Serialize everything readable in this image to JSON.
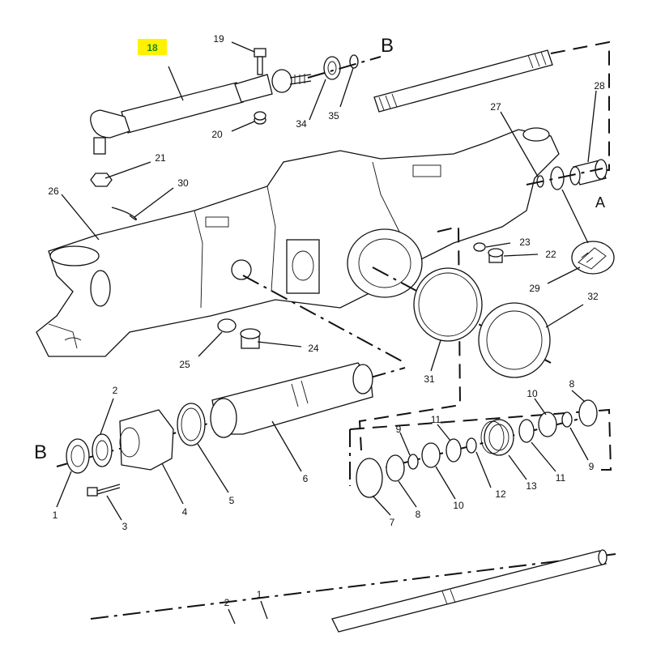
{
  "highlight": {
    "label": "18",
    "color": "#fff200"
  },
  "markers": {
    "b_top": "B",
    "b_left": "B",
    "a": "A"
  },
  "callouts": {
    "c1a": "1",
    "c1b": "1",
    "c2a": "2",
    "c2b": "2",
    "c3": "3",
    "c4": "4",
    "c5": "5",
    "c6": "6",
    "c7": "7",
    "c8a": "8",
    "c8b": "8",
    "c9a": "9",
    "c9b": "9",
    "c10a": "10",
    "c10b": "10",
    "c11a": "11",
    "c11b": "11",
    "c12": "12",
    "c13": "13",
    "c19": "19",
    "c20": "20",
    "c21": "21",
    "c22": "22",
    "c23": "23",
    "c24": "24",
    "c25": "25",
    "c26": "26",
    "c27": "27",
    "c28": "28",
    "c29": "29",
    "c30": "30",
    "c31": "31",
    "c32": "32",
    "c34": "34",
    "c35": "35"
  }
}
